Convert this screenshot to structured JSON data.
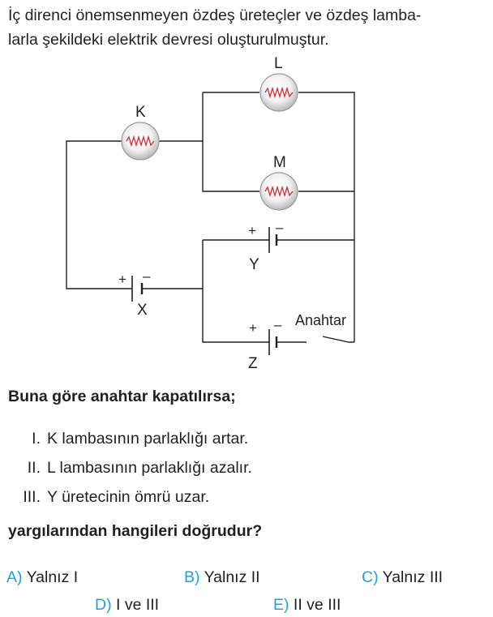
{
  "question": {
    "intro_line1": "İç direnci önemsenmeyen özdeş üreteçler ve özdeş lamba-",
    "intro_line2": "larla şekildeki elektrik devresi oluşturulmuştur.",
    "prompt": "Buna göre anahtar kapatılırsa;",
    "statements": [
      {
        "num": "I.",
        "text": "K lambasının parlaklığı artar."
      },
      {
        "num": "II.",
        "text": "L lambasının parlaklığı azalır."
      },
      {
        "num": "III.",
        "text": "Y üretecinin ömrü uzar."
      }
    ],
    "closing": "yargılarından hangileri doğrudur?"
  },
  "circuit": {
    "lamps": {
      "K": "K",
      "L": "L",
      "M": "M"
    },
    "cells": {
      "X": "X",
      "Y": "Y",
      "Z": "Z"
    },
    "plus": "+",
    "minus": "–",
    "switch_label": "Anahtar"
  },
  "options": [
    {
      "letter": "A)",
      "text": "Yalnız I"
    },
    {
      "letter": "B)",
      "text": "Yalnız II"
    },
    {
      "letter": "C)",
      "text": "Yalnız III"
    },
    {
      "letter": "D)",
      "text": "I ve III"
    },
    {
      "letter": "E)",
      "text": "II ve III"
    }
  ],
  "colors": {
    "option_letter": "#1aa3db",
    "text": "#231f20",
    "lamp_filament": "#d9272e"
  }
}
